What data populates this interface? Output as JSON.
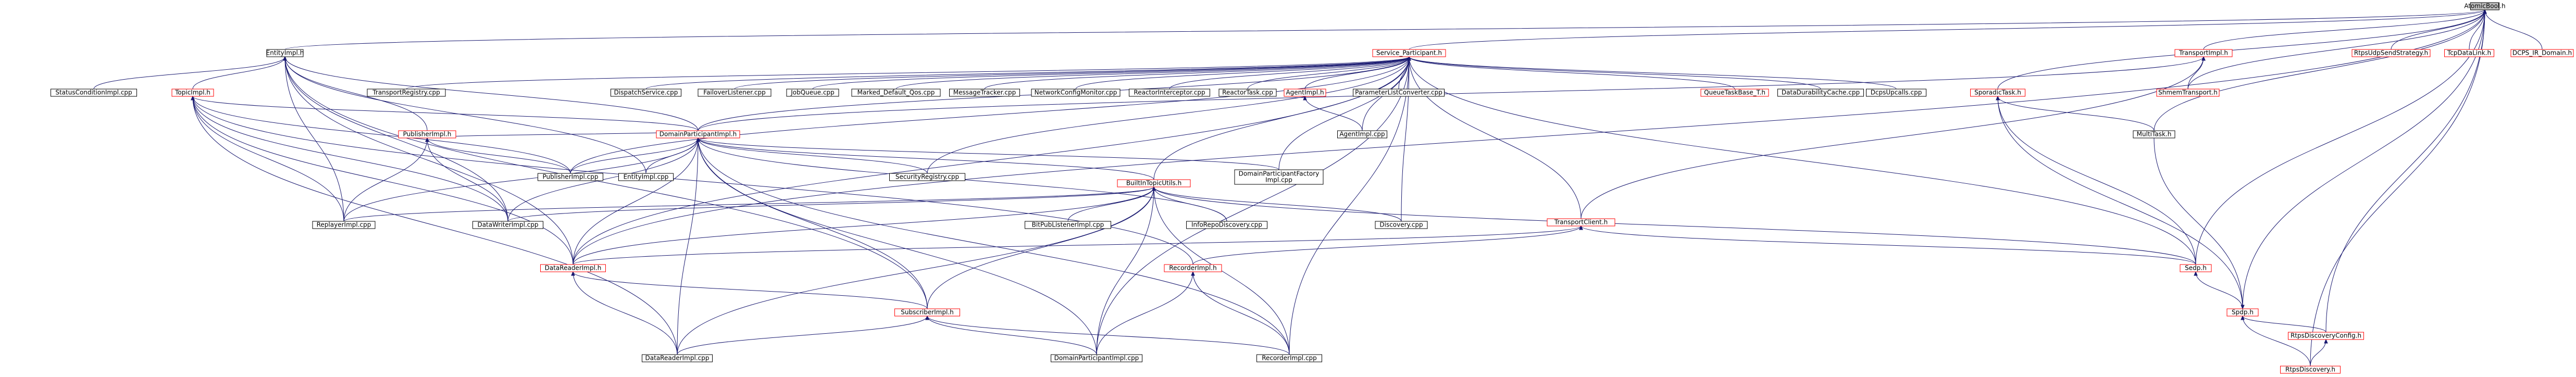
{
  "colors": {
    "edge": "#191970",
    "node_border": "#000000",
    "node_border_linked": "#ff0000",
    "root_fill": "#bfbfbf",
    "background": "#ffffff"
  },
  "nodes": [
    {
      "id": "atomicbool",
      "label": "AtomicBool.h",
      "kind": "root"
    },
    {
      "id": "entityimpl_h",
      "label": "EntityImpl.h",
      "kind": "plain"
    },
    {
      "id": "service_participant_h",
      "label": "Service_Participant.h",
      "kind": "red"
    },
    {
      "id": "transportimpl_h",
      "label": "TransportImpl.h",
      "kind": "red"
    },
    {
      "id": "rtpsudpsendstrategy_h",
      "label": "RtpsUdpSendStrategy.h",
      "kind": "red"
    },
    {
      "id": "tcpdatalink_h",
      "label": "TcpDataLink.h",
      "kind": "red"
    },
    {
      "id": "dcps_ir_domain_h",
      "label": "DCPS_IR_Domain.h",
      "kind": "red"
    },
    {
      "id": "statuscondition_cpp",
      "label": "StatusConditionImpl.cpp",
      "kind": "plain"
    },
    {
      "id": "topicimpl_h",
      "label": "TopicImpl.h",
      "kind": "red"
    },
    {
      "id": "transportregistry_cpp",
      "label": "TransportRegistry.cpp",
      "kind": "plain"
    },
    {
      "id": "dispatchservice_cpp",
      "label": "DispatchService.cpp",
      "kind": "plain"
    },
    {
      "id": "failoverlistener_cpp",
      "label": "FailoverListener.cpp",
      "kind": "plain"
    },
    {
      "id": "jobqueue_cpp",
      "label": "JobQueue.cpp",
      "kind": "plain"
    },
    {
      "id": "marked_default_qos_cpp",
      "label": "Marked_Default_Qos.cpp",
      "kind": "plain"
    },
    {
      "id": "messagetracker_cpp",
      "label": "MessageTracker.cpp",
      "kind": "plain"
    },
    {
      "id": "networkconfigmonitor_cpp",
      "label": "NetworkConfigMonitor.cpp",
      "kind": "plain"
    },
    {
      "id": "reactorinterceptor_cpp",
      "label": "ReactorInterceptor.cpp",
      "kind": "plain"
    },
    {
      "id": "reactortask_cpp",
      "label": "ReactorTask.cpp",
      "kind": "plain"
    },
    {
      "id": "agentimpl_h",
      "label": "AgentImpl.h",
      "kind": "red"
    },
    {
      "id": "parameterlistconverter_cpp",
      "label": "ParameterListConverter.cpp",
      "kind": "plain"
    },
    {
      "id": "queuetaskbase_t_h",
      "label": "QueueTaskBase_T.h",
      "kind": "red"
    },
    {
      "id": "datadurabilitycache_cpp",
      "label": "DataDurabilityCache.cpp",
      "kind": "plain"
    },
    {
      "id": "dcpsupcalls_cpp",
      "label": "DcpsUpcalls.cpp",
      "kind": "plain"
    },
    {
      "id": "sporadictask_h",
      "label": "SporadicTask.h",
      "kind": "red"
    },
    {
      "id": "shmemtransport_h",
      "label": "ShmemTransport.h",
      "kind": "red"
    },
    {
      "id": "domainparticipantimpl_h",
      "label": "DomainParticipantImpl.h",
      "kind": "red"
    },
    {
      "id": "publisherimpl_h",
      "label": "PublisherImpl.h",
      "kind": "red"
    },
    {
      "id": "agentimpl_cpp",
      "label": "AgentImpl.cpp",
      "kind": "plain"
    },
    {
      "id": "multitask_h",
      "label": "MultiTask.h",
      "kind": "plain"
    },
    {
      "id": "publisherimpl_cpp",
      "label": "PublisherImpl.cpp",
      "kind": "plain"
    },
    {
      "id": "entityimpl_cpp",
      "label": "EntityImpl.cpp",
      "kind": "plain"
    },
    {
      "id": "securityregistry_cpp",
      "label": "SecurityRegistry.cpp",
      "kind": "plain"
    },
    {
      "id": "dpfactoryimpl_cpp",
      "label": "DomainParticipantFactory\nImpl.cpp",
      "kind": "plain"
    },
    {
      "id": "builtintopicutils_h",
      "label": "BuiltInTopicUtils.h",
      "kind": "red"
    },
    {
      "id": "replayerimpl_cpp",
      "label": "ReplayerImpl.cpp",
      "kind": "plain"
    },
    {
      "id": "datawriterimpl_cpp",
      "label": "DataWriterImpl.cpp",
      "kind": "plain"
    },
    {
      "id": "bitpublistenerimpl_cpp",
      "label": "BitPubListenerImpl.cpp",
      "kind": "plain"
    },
    {
      "id": "inforepodiscovery_cpp",
      "label": "InfoRepoDiscovery.cpp",
      "kind": "plain"
    },
    {
      "id": "discovery_cpp",
      "label": "Discovery.cpp",
      "kind": "plain"
    },
    {
      "id": "transportclient_h",
      "label": "TransportClient.h",
      "kind": "red"
    },
    {
      "id": "datareaderimpl_h",
      "label": "DataReaderImpl.h",
      "kind": "red"
    },
    {
      "id": "recorderimpl_h",
      "label": "RecorderImpl.h",
      "kind": "red"
    },
    {
      "id": "sedp_h",
      "label": "Sedp.h",
      "kind": "red"
    },
    {
      "id": "spdp_h",
      "label": "Spdp.h",
      "kind": "red"
    },
    {
      "id": "subscriberimpl_h",
      "label": "SubscriberImpl.h",
      "kind": "red"
    },
    {
      "id": "rtpsdiscoveryconfig_h",
      "label": "RtpsDiscoveryConfig.h",
      "kind": "red"
    },
    {
      "id": "datareaderimpl_cpp",
      "label": "DataReaderImpl.cpp",
      "kind": "plain"
    },
    {
      "id": "domainparticipantimpl_cpp",
      "label": "DomainParticipantImpl.cpp",
      "kind": "plain"
    },
    {
      "id": "recorderimpl_cpp",
      "label": "RecorderImpl.cpp",
      "kind": "plain"
    },
    {
      "id": "rtpsdiscovery_h",
      "label": "RtpsDiscovery.h",
      "kind": "red"
    }
  ],
  "edges": [
    [
      "entityimpl_h",
      "atomicbool"
    ],
    [
      "service_participant_h",
      "atomicbool"
    ],
    [
      "transportimpl_h",
      "atomicbool"
    ],
    [
      "rtpsudpsendstrategy_h",
      "atomicbool"
    ],
    [
      "tcpdatalink_h",
      "atomicbool"
    ],
    [
      "dcps_ir_domain_h",
      "atomicbool"
    ],
    [
      "shmemtransport_h",
      "atomicbool"
    ],
    [
      "sedp_h",
      "atomicbool"
    ],
    [
      "spdp_h",
      "atomicbool"
    ],
    [
      "rtpsdiscoveryconfig_h",
      "atomicbool"
    ],
    [
      "rtpsdiscovery_h",
      "atomicbool"
    ],
    [
      "multitask_h",
      "atomicbool"
    ],
    [
      "sporadictask_h",
      "atomicbool"
    ],
    [
      "datareaderimpl_h",
      "atomicbool"
    ],
    [
      "statuscondition_cpp",
      "entityimpl_h"
    ],
    [
      "topicimpl_h",
      "entityimpl_h"
    ],
    [
      "domainparticipantimpl_h",
      "entityimpl_h"
    ],
    [
      "publisherimpl_h",
      "entityimpl_h"
    ],
    [
      "entityimpl_cpp",
      "entityimpl_h"
    ],
    [
      "datawriterimpl_cpp",
      "entityimpl_h"
    ],
    [
      "replayerimpl_cpp",
      "entityimpl_h"
    ],
    [
      "datareaderimpl_h",
      "entityimpl_h"
    ],
    [
      "subscriberimpl_h",
      "entityimpl_h"
    ],
    [
      "transportregistry_cpp",
      "service_participant_h"
    ],
    [
      "dispatchservice_cpp",
      "service_participant_h"
    ],
    [
      "failoverlistener_cpp",
      "service_participant_h"
    ],
    [
      "jobqueue_cpp",
      "service_participant_h"
    ],
    [
      "marked_default_qos_cpp",
      "service_participant_h"
    ],
    [
      "messagetracker_cpp",
      "service_participant_h"
    ],
    [
      "networkconfigmonitor_cpp",
      "service_participant_h"
    ],
    [
      "reactorinterceptor_cpp",
      "service_participant_h"
    ],
    [
      "reactortask_cpp",
      "service_participant_h"
    ],
    [
      "agentimpl_h",
      "service_participant_h"
    ],
    [
      "parameterlistconverter_cpp",
      "service_participant_h"
    ],
    [
      "queuetaskbase_t_h",
      "service_participant_h"
    ],
    [
      "datadurabilitycache_cpp",
      "service_participant_h"
    ],
    [
      "dcpsupcalls_cpp",
      "service_participant_h"
    ],
    [
      "domainparticipantimpl_h",
      "service_participant_h"
    ],
    [
      "publisherimpl_cpp",
      "service_participant_h"
    ],
    [
      "securityregistry_cpp",
      "service_participant_h"
    ],
    [
      "builtintopicutils_h",
      "service_participant_h"
    ],
    [
      "dpfactoryimpl_cpp",
      "service_participant_h"
    ],
    [
      "agentimpl_cpp",
      "service_participant_h"
    ],
    [
      "transportclient_h",
      "service_participant_h"
    ],
    [
      "discovery_cpp",
      "service_participant_h"
    ],
    [
      "recorderimpl_cpp",
      "service_participant_h"
    ],
    [
      "domainparticipantimpl_cpp",
      "service_participant_h"
    ],
    [
      "datareaderimpl_h",
      "service_participant_h"
    ],
    [
      "sedp_h",
      "service_participant_h"
    ],
    [
      "shmemtransport_h",
      "transportimpl_h"
    ],
    [
      "transportclient_h",
      "transportimpl_h"
    ],
    [
      "domainparticipantimpl_h",
      "transportimpl_h"
    ],
    [
      "topicimpl_h",
      "topicimpl_h"
    ],
    [
      "domainparticipantimpl_h",
      "topicimpl_h"
    ],
    [
      "publisherimpl_cpp",
      "topicimpl_h"
    ],
    [
      "replayerimpl_cpp",
      "topicimpl_h"
    ],
    [
      "datareaderimpl_h",
      "topicimpl_h"
    ],
    [
      "datawriterimpl_cpp",
      "topicimpl_h"
    ],
    [
      "datareaderimpl_cpp",
      "topicimpl_h"
    ],
    [
      "recorderimpl_h",
      "topicimpl_h"
    ],
    [
      "publisherimpl_h",
      "domainparticipantimpl_h"
    ],
    [
      "publisherimpl_cpp",
      "domainparticipantimpl_h"
    ],
    [
      "entityimpl_cpp",
      "domainparticipantimpl_h"
    ],
    [
      "securityregistry_cpp",
      "domainparticipantimpl_h"
    ],
    [
      "builtintopicutils_h",
      "domainparticipantimpl_h"
    ],
    [
      "dpfactoryimpl_cpp",
      "domainparticipantimpl_h"
    ],
    [
      "replayerimpl_cpp",
      "domainparticipantimpl_h"
    ],
    [
      "datawriterimpl_cpp",
      "domainparticipantimpl_h"
    ],
    [
      "inforepodiscovery_cpp",
      "domainparticipantimpl_h"
    ],
    [
      "datareaderimpl_h",
      "domainparticipantimpl_h"
    ],
    [
      "subscriberimpl_h",
      "domainparticipantimpl_h"
    ],
    [
      "datareaderimpl_cpp",
      "domainparticipantimpl_h"
    ],
    [
      "domainparticipantimpl_cpp",
      "domainparticipantimpl_h"
    ],
    [
      "recorderimpl_cpp",
      "domainparticipantimpl_h"
    ],
    [
      "replayerimpl_cpp",
      "publisherimpl_h"
    ],
    [
      "datawriterimpl_cpp",
      "publisherimpl_h"
    ],
    [
      "publisherimpl_cpp",
      "publisherimpl_h"
    ],
    [
      "agentimpl_cpp",
      "agentimpl_h"
    ],
    [
      "multitask_h",
      "sporadictask_h"
    ],
    [
      "sedp_h",
      "sporadictask_h"
    ],
    [
      "spdp_h",
      "sporadictask_h"
    ],
    [
      "replayerimpl_cpp",
      "builtintopicutils_h"
    ],
    [
      "bitpublistenerimpl_cpp",
      "builtintopicutils_h"
    ],
    [
      "inforepodiscovery_cpp",
      "builtintopicutils_h"
    ],
    [
      "discovery_cpp",
      "builtintopicutils_h"
    ],
    [
      "datareaderimpl_h",
      "builtintopicutils_h"
    ],
    [
      "datawriterimpl_cpp",
      "builtintopicutils_h"
    ],
    [
      "sedp_h",
      "builtintopicutils_h"
    ],
    [
      "subscriberimpl_h",
      "builtintopicutils_h"
    ],
    [
      "datareaderimpl_cpp",
      "builtintopicutils_h"
    ],
    [
      "domainparticipantimpl_cpp",
      "builtintopicutils_h"
    ],
    [
      "recorderimpl_cpp",
      "builtintopicutils_h"
    ],
    [
      "datareaderimpl_h",
      "transportclient_h"
    ],
    [
      "recorderimpl_h",
      "transportclient_h"
    ],
    [
      "sedp_h",
      "transportclient_h"
    ],
    [
      "subscriberimpl_h",
      "datareaderimpl_h"
    ],
    [
      "datareaderimpl_cpp",
      "datareaderimpl_h"
    ],
    [
      "domainparticipantimpl_cpp",
      "recorderimpl_h"
    ],
    [
      "recorderimpl_cpp",
      "recorderimpl_h"
    ],
    [
      "spdp_h",
      "sedp_h"
    ],
    [
      "rtpsdiscoveryconfig_h",
      "spdp_h"
    ],
    [
      "rtpsdiscovery_h",
      "spdp_h"
    ],
    [
      "rtpsdiscovery_h",
      "rtpsdiscoveryconfig_h"
    ],
    [
      "datareaderimpl_cpp",
      "subscriberimpl_h"
    ],
    [
      "domainparticipantimpl_cpp",
      "subscriberimpl_h"
    ],
    [
      "recorderimpl_cpp",
      "subscriberimpl_h"
    ],
    [
      "multitask_h",
      "spdp_h"
    ]
  ]
}
